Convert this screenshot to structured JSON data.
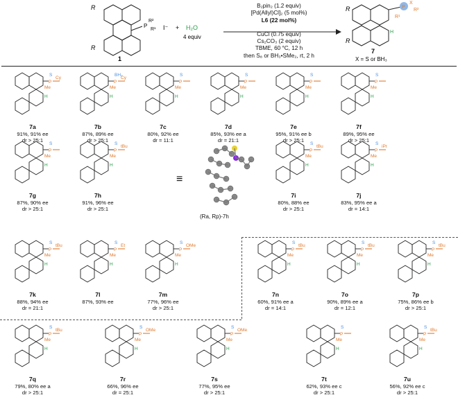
{
  "scheme": {
    "sm_label": "1",
    "iodide": "I⁻",
    "plus": "+",
    "water": "H₂O",
    "water_equiv": "4 equiv",
    "product_label": "7",
    "x_def": "X = S or BH₃",
    "conditions": [
      "B₂pin₂ (1.2 equiv)",
      "[Pd(Allyl)Cl]₂ (5 mol%)",
      "L6 (22 mol%)",
      "CuCl (0.75 equiv)",
      "Cs₂CO₃ (2 equiv)",
      "TBME, 60 °C, 12 h",
      "then S₈ or BH₃•SMe₂, rt, 2 h"
    ]
  },
  "compounds": [
    {
      "id": "7a",
      "sub": "Cy",
      "x": "S",
      "yield": "91%, 91% ee",
      "dr": "dr > 25:1"
    },
    {
      "id": "7b",
      "sub": "Cy",
      "x": "BH₃",
      "yield": "87%, 89% ee",
      "dr": "dr > 25:1"
    },
    {
      "id": "7c",
      "sub": "",
      "x": "S",
      "yield": "80%, 92% ee",
      "dr": "dr = 11:1"
    },
    {
      "id": "7d",
      "sub": "",
      "x": "S",
      "yield": "85%, 93% ee a",
      "dr": "dr = 21:1"
    },
    {
      "id": "7e",
      "sub": "",
      "x": "S",
      "yield": "95%, 91% ee b",
      "dr": "dr > 25:1"
    },
    {
      "id": "7f",
      "sub": "",
      "x": "S",
      "yield": "89%, 95% ee",
      "dr": "dr > 25:1"
    },
    {
      "id": "7g",
      "sub": "",
      "x": "S",
      "yield": "87%, 90% ee",
      "dr": "dr > 25:1"
    },
    {
      "id": "7h",
      "sub": "tBu",
      "x": "S",
      "yield": "91%, 96% ee",
      "dr": "dr > 25:1"
    },
    {
      "id": "7i",
      "sub": "tBu",
      "x": "S",
      "yield": "80%, 88% ee",
      "dr": "dr > 25:1"
    },
    {
      "id": "7j",
      "sub": "iPr",
      "x": "S",
      "yield": "83%, 95% ee a",
      "dr": "dr = 14:1"
    },
    {
      "id": "7k",
      "sub": "tBu",
      "x": "S",
      "yield": "88%, 94% ee",
      "dr": "dr = 21:1"
    },
    {
      "id": "7l",
      "sub": "Et",
      "x": "S",
      "yield": "87%, 93% ee",
      "dr": ""
    },
    {
      "id": "7m",
      "sub": "OMe",
      "x": "S",
      "yield": "77%, 96% ee",
      "dr": "dr > 25:1"
    },
    {
      "id": "7n",
      "sub": "tBu",
      "x": "S",
      "yield": "60%, 91% ee a",
      "dr": "dr = 14:1"
    },
    {
      "id": "7o",
      "sub": "tBu",
      "x": "S",
      "yield": "90%, 89% ee a",
      "dr": "dr = 12:1"
    },
    {
      "id": "7p",
      "sub": "tBu",
      "x": "S",
      "yield": "75%, 86% ee b",
      "dr": "dr > 25:1"
    },
    {
      "id": "7q",
      "sub": "tBu",
      "x": "S",
      "yield": "79%, 80% ee a",
      "dr": "dr > 25:1"
    },
    {
      "id": "7r",
      "sub": "OMe",
      "x": "S",
      "yield": "66%, 96% ee",
      "dr": "dr = 25:1"
    },
    {
      "id": "7s",
      "sub": "OMe",
      "x": "S",
      "yield": "77%, 95% ee",
      "dr": "dr > 25:1"
    },
    {
      "id": "7t",
      "sub": "",
      "x": "S",
      "yield": "62%, 93% ee c",
      "dr": "dr > 25:1"
    },
    {
      "id": "7u",
      "sub": "tBu",
      "x": "S",
      "yield": "56%, 92% ee c",
      "dr": "dr > 25:1"
    }
  ],
  "xray": {
    "label": "(Ra, Rp)-7h",
    "equiv": "≡"
  },
  "common": {
    "me": "Me",
    "h": "H",
    "p": "P",
    "s": "S"
  }
}
